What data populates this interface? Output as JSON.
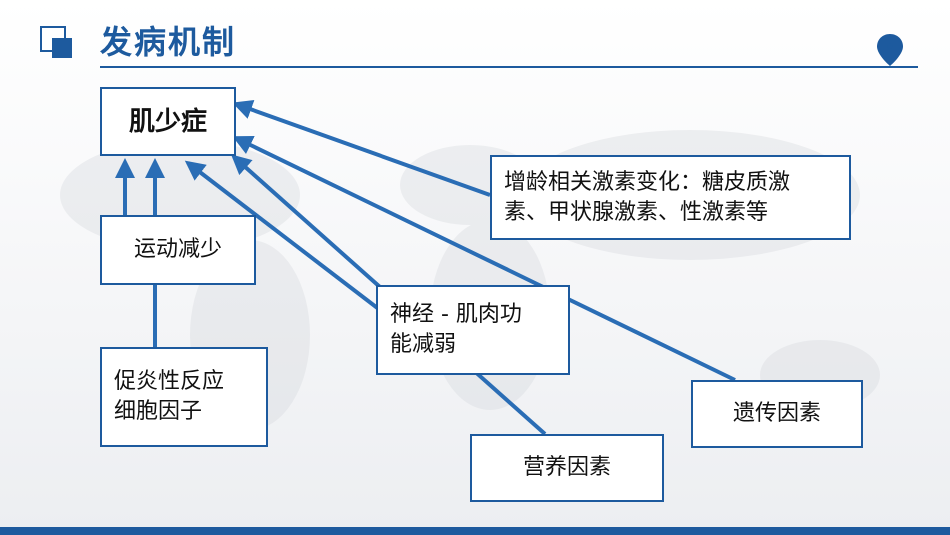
{
  "header": {
    "title": "发病机制",
    "icons": {
      "logo": "square-logo-icon",
      "pin": "location-pin-icon"
    }
  },
  "colors": {
    "accent": "#1d5a9e",
    "box_border": "#1d5a9e",
    "arrow": "#2a6db5",
    "text": "#111111"
  },
  "diagram": {
    "main": "肌少症",
    "exercise": "运动减少",
    "inflammatory_line1": "促炎性反应",
    "inflammatory_line2": "细胞因子",
    "neuro_line1": "神经 - 肌肉功",
    "neuro_line2": "能减弱",
    "nutrition": "营养因素",
    "genetic": "遗传因素",
    "hormone_line1": "增龄相关激素变化：糖皮质激",
    "hormone_line2": "素、甲状腺激素、性激素等"
  }
}
